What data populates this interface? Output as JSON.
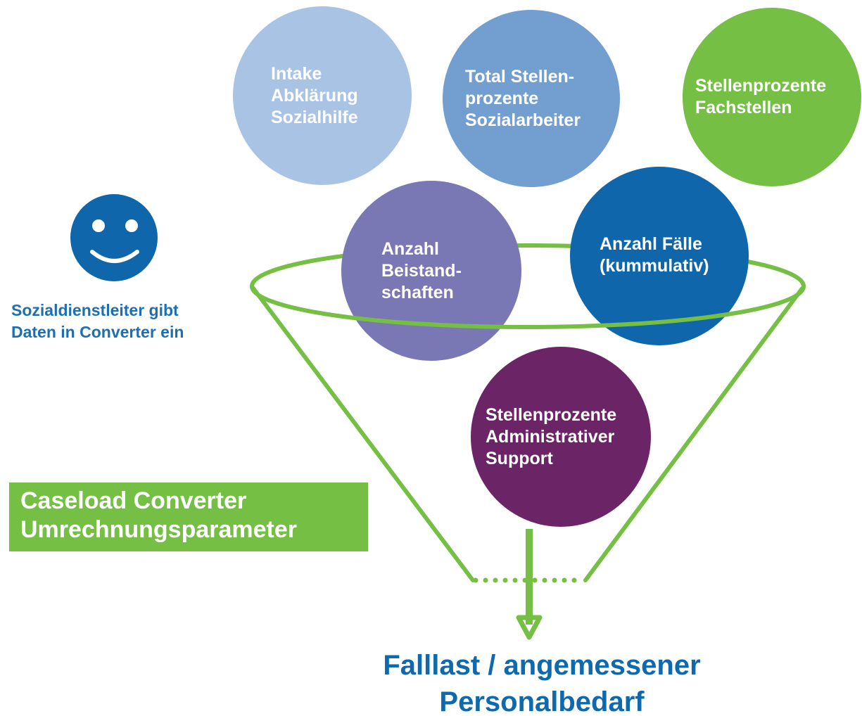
{
  "bubbles": {
    "intake": {
      "lines": [
        "Intake",
        "Abklärung",
        "Sozialhilfe"
      ],
      "color": "#a9c3e4"
    },
    "total": {
      "lines": [
        "Total Stellen-",
        "prozente",
        "Sozialarbeiter"
      ],
      "color": "#739fd0"
    },
    "fachstellen": {
      "lines": [
        "Stellenprozente",
        "Fachstellen"
      ],
      "color": "#74bf44"
    },
    "beistand": {
      "lines": [
        "Anzahl",
        "Beistand-",
        "schaften"
      ],
      "color": "#7a77b5"
    },
    "faelle": {
      "lines": [
        "Anzahl Fälle",
        "(kummulativ)"
      ],
      "color": "#0f66ab"
    },
    "admin": {
      "lines": [
        "Stellenprozente",
        "Administrativer",
        "Support"
      ],
      "color": "#6b2466"
    }
  },
  "user": {
    "icon": "smiley-face-icon",
    "caption": [
      "Sozialdienstleiter gibt",
      "Daten in Converter ein"
    ],
    "color": "#0f66ab"
  },
  "label_box": {
    "lines": [
      "Caseload Converter",
      "Umrechnungsparameter"
    ],
    "color": "#74bf44"
  },
  "funnel": {
    "icon": "funnel-icon",
    "color": "#74bf44"
  },
  "result": {
    "lines": [
      "Falllast / angemessener",
      "Personalbedarf"
    ]
  }
}
